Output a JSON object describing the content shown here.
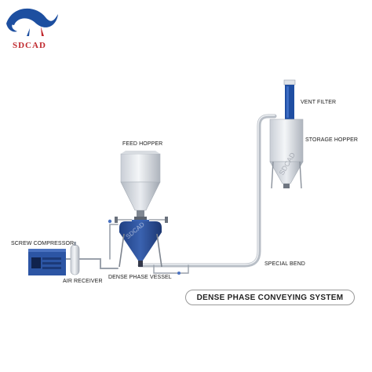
{
  "brand": {
    "name": "SDCAD",
    "logo_text": "SDCAD"
  },
  "title": "DENSE PHASE CONVEYING SYSTEM",
  "labels": {
    "vent_filter": "VENT FILTER",
    "storage_hopper": "STORAGE HOPPER",
    "feed_hopper": "FEED HOPPER",
    "screw_compressor": "SCREW COMPRESSOR",
    "air_receiver": "AIR RECEIVER",
    "dense_phase_vessel": "DENSE PHASE VESSEL",
    "special_bend": "SPECIAL BEND"
  },
  "watermark": "SDCAD",
  "colors": {
    "brand_blue": "#1d4fa0",
    "brand_red": "#c0282d",
    "vessel_blue": "#2b4f96",
    "pipe": "#c9cdd3",
    "steel": "#e3e6ea"
  }
}
